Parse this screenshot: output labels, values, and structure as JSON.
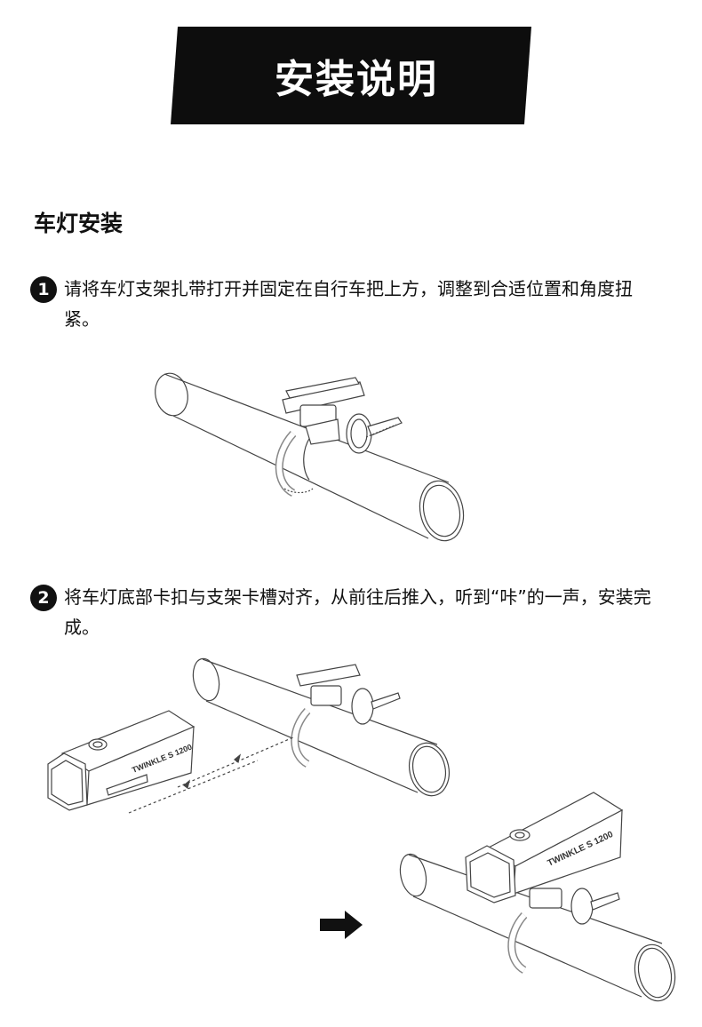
{
  "banner": {
    "title": "安装说明"
  },
  "section": {
    "title": "车灯安装"
  },
  "steps": [
    {
      "number": "1",
      "text": "请将车灯支架扎带打开并固定在自行车把上方，调整到合适位置和角度扭紧。"
    },
    {
      "number": "2",
      "text": "将车灯底部卡扣与支架卡槽对齐，从前往后推入，听到“咔”的一声，安装完成。"
    }
  ],
  "product": {
    "label": "TWINKLE S 1200"
  },
  "icons": {
    "arrow": "right-arrow-icon"
  }
}
